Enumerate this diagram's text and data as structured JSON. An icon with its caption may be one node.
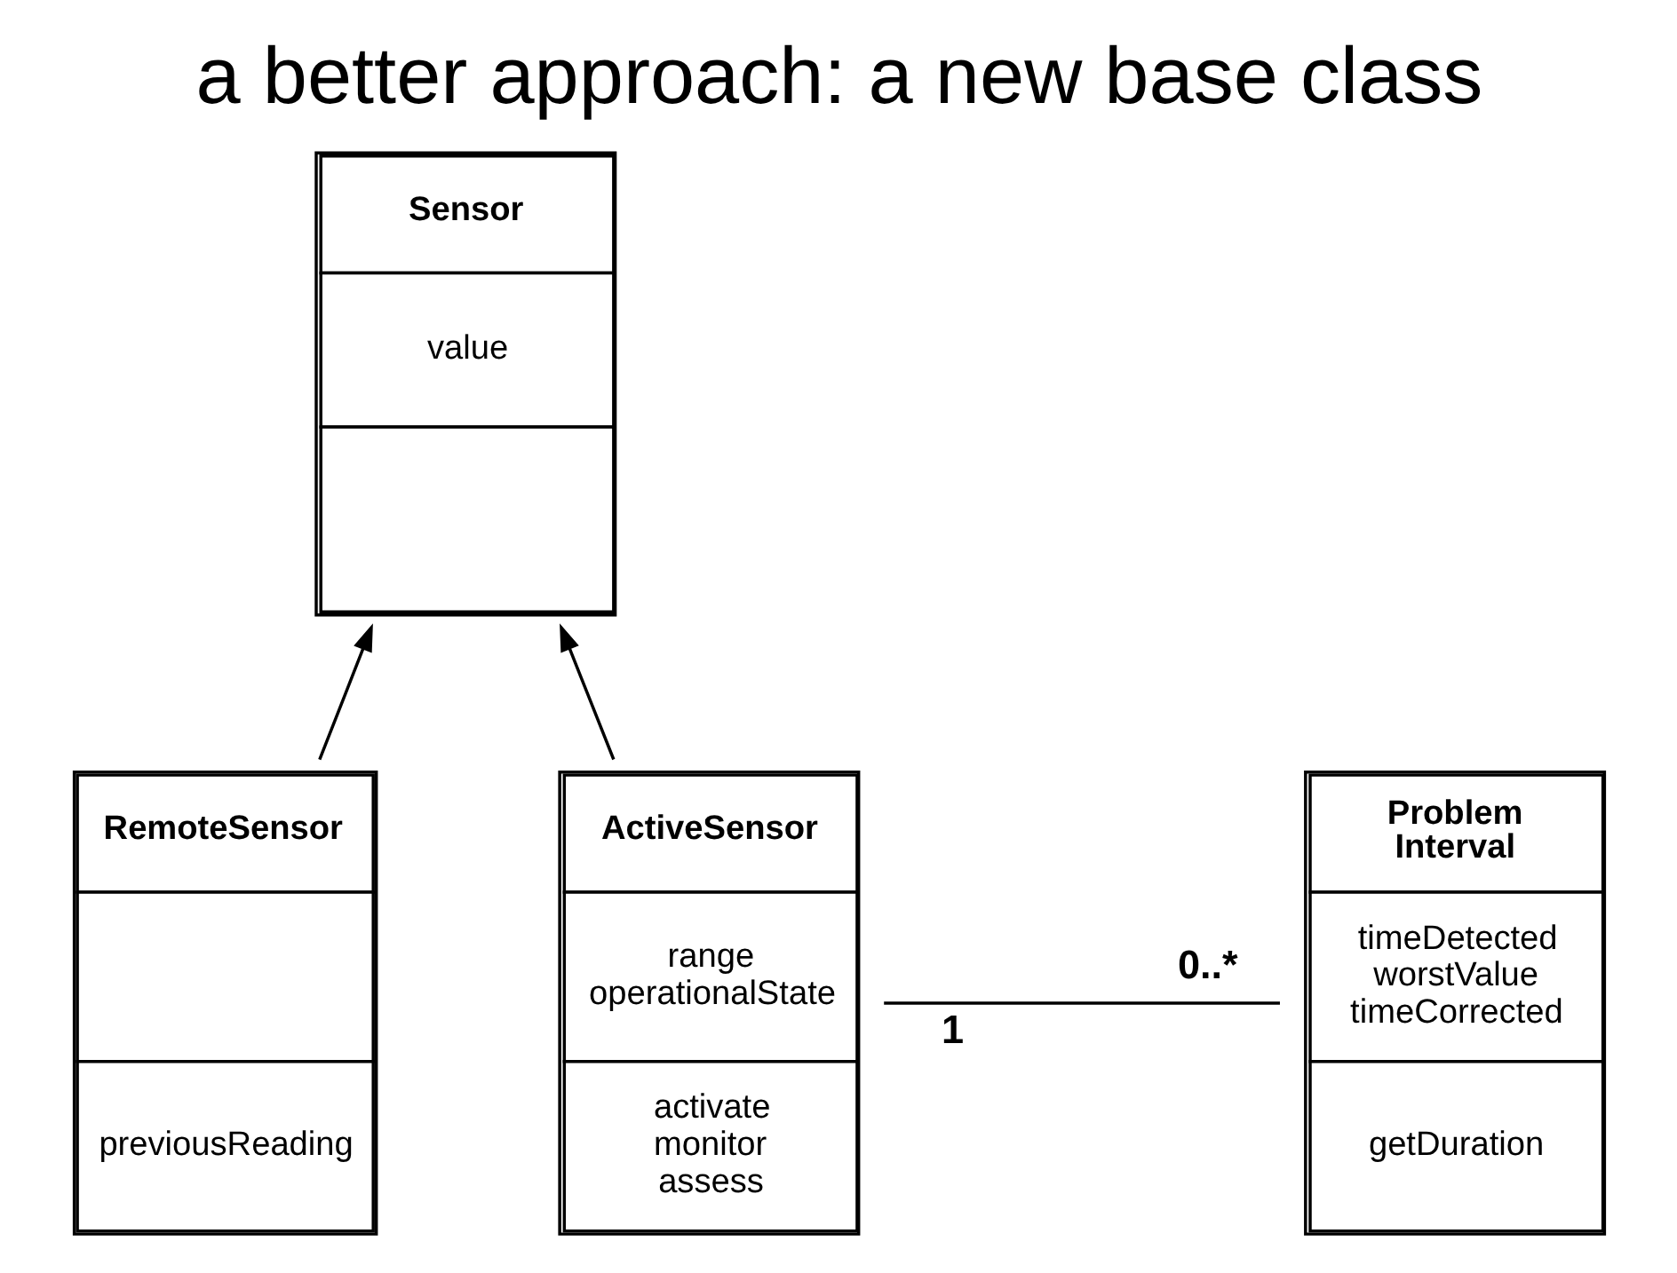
{
  "diagram": {
    "title": "a better approach: a new base class",
    "nodes": [
      {
        "text": [
          "Sensor",
          "value"
        ]
      },
      {
        "text": [
          "RemoteSensor",
          "previousReading"
        ]
      },
      {
        "text": [
          "ActiveSensor",
          "range operationalState",
          "activate monitor assess"
        ]
      },
      {
        "text": [
          "Problem Interval",
          "timeDetected worstValue timeCorrected",
          "getDuration"
        ]
      }
    ],
    "edges": [
      {
        "from": 1,
        "to": 0,
        "arrow": "to"
      },
      {
        "from": 2,
        "to": 0,
        "arrow": "to"
      },
      {
        "from": 2,
        "to": 3,
        "arrow": "none"
      }
    ],
    "labels": [
      "1",
      "0..*"
    ]
  }
}
